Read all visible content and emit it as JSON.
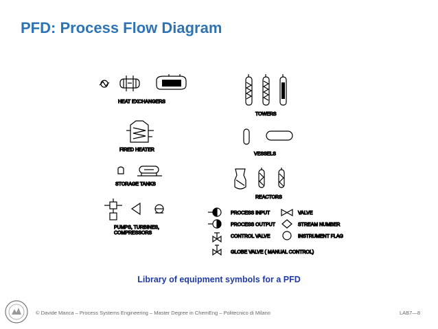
{
  "slide": {
    "title": "PFD: Process Flow Diagram",
    "caption": "Library of equipment symbols for a PFD",
    "footer": "© Davide Manca – Process Systems Engineering – Master Degree in ChemEng – Politecnico di Milano",
    "page_number": "LAB7—8"
  },
  "figure": {
    "labels": {
      "heat_exchangers": "HEAT EXCHANGERS",
      "fired_heater": "FIRED  HEATER",
      "storage_tanks": "STORAGE  TANKS",
      "pumps_line1": "PUMPS, TURBINES,",
      "pumps_line2": "COMPRESSORS",
      "towers": "TOWERS",
      "vessels": "VESSELS",
      "reactors": "REACTORS"
    },
    "legend": {
      "process_input": "PROCESS INPUT",
      "valve": "VALVE",
      "process_output": "PROCESS OUTPUT",
      "stream_number": "STREAM NUMBER",
      "control_valve": "CONTROL   VALVE",
      "instrument_flag": "INSTRUMENT  FLAG",
      "globe_valve": "GLOBE   VALVE  ( MANUAL CONTROL)"
    }
  }
}
